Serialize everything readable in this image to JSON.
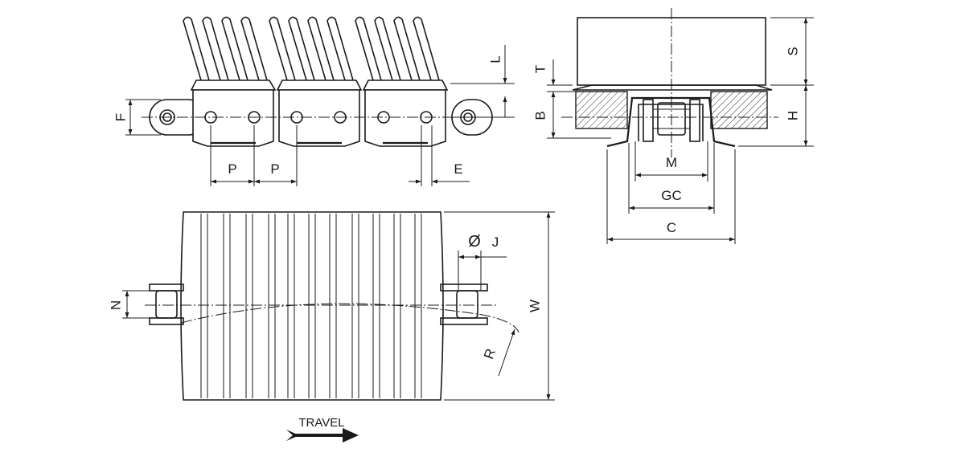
{
  "labels": {
    "L": "L",
    "F": "F",
    "P1": "P",
    "P2": "P",
    "E": "E",
    "S": "S",
    "T": "T",
    "B": "B",
    "H": "H",
    "M": "M",
    "GC": "GC",
    "C": "C",
    "phi": "Ø",
    "J": "J",
    "N": "N",
    "W": "W",
    "R": "R"
  },
  "travel": {
    "label": "TRAVEL"
  }
}
